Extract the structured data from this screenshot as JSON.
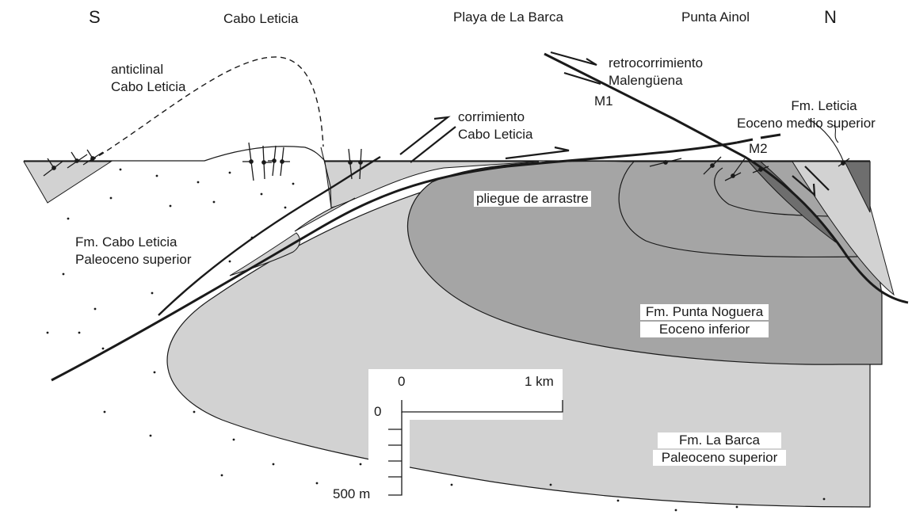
{
  "orientation": {
    "south": "S",
    "north": "N"
  },
  "localities": {
    "cabo_leticia": "Cabo Leticia",
    "playa_la_barca": "Playa de La Barca",
    "punta_ainol": "Punta Ainol"
  },
  "structures": {
    "anticline": {
      "line1": "anticlinal",
      "line2": "Cabo Leticia"
    },
    "thrust": {
      "line1": "corrimiento",
      "line2": "Cabo Leticia"
    },
    "backthrust": {
      "line1": "retrocorrimiento",
      "line2": "Malengüena"
    },
    "drag_fold": "pliegue de arrastre",
    "marker_m1": "M1",
    "marker_m2": "M2"
  },
  "formations": {
    "leticia": {
      "name": "Fm. Leticia",
      "age": "Eoceno medio superior",
      "color": "#6e6e6e"
    },
    "cabo_leticia": {
      "name": "Fm. Cabo Leticia",
      "age": "Paleoceno superior",
      "color": "#ffffff"
    },
    "punta_noguera": {
      "name": "Fm. Punta Noguera",
      "age": "Eoceno inferior",
      "color": "#a5a5a5"
    },
    "la_barca": {
      "name": "Fm. La Barca",
      "age": "Paleoceno superior",
      "color": "#d2d2d2"
    }
  },
  "scale_bar": {
    "horizontal_zero": "0",
    "horizontal_end": "1 km",
    "vertical_zero": "0",
    "vertical_end": "500 m"
  }
}
